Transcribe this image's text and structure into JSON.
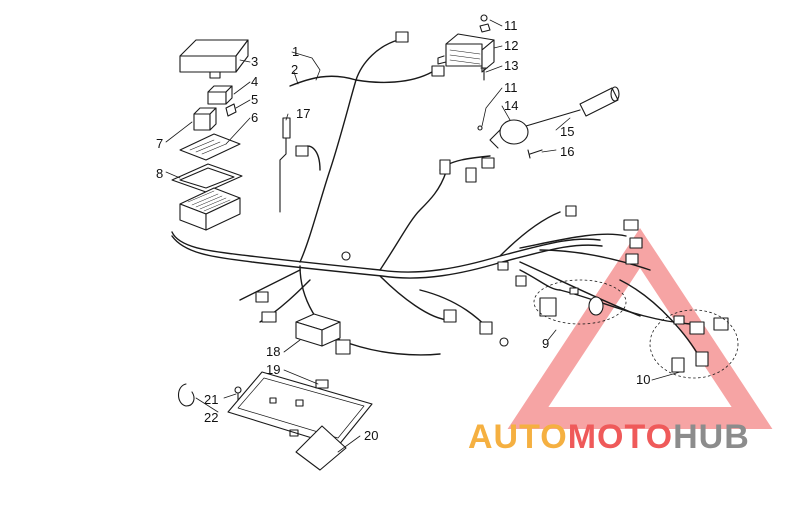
{
  "diagram": {
    "callouts": [
      {
        "id": "c1",
        "label": "1"
      },
      {
        "id": "c2",
        "label": "2"
      },
      {
        "id": "c3",
        "label": "3"
      },
      {
        "id": "c4",
        "label": "4"
      },
      {
        "id": "c5",
        "label": "5"
      },
      {
        "id": "c6",
        "label": "6"
      },
      {
        "id": "c7",
        "label": "7"
      },
      {
        "id": "c8",
        "label": "8"
      },
      {
        "id": "c9",
        "label": "9"
      },
      {
        "id": "c10",
        "label": "10"
      },
      {
        "id": "c11a",
        "label": "11"
      },
      {
        "id": "c11b",
        "label": "11"
      },
      {
        "id": "c12",
        "label": "12"
      },
      {
        "id": "c13",
        "label": "13"
      },
      {
        "id": "c14",
        "label": "14"
      },
      {
        "id": "c15",
        "label": "15"
      },
      {
        "id": "c16",
        "label": "16"
      },
      {
        "id": "c17",
        "label": "17"
      },
      {
        "id": "c18",
        "label": "18"
      },
      {
        "id": "c19",
        "label": "19"
      },
      {
        "id": "c20",
        "label": "20"
      },
      {
        "id": "c21",
        "label": "21"
      },
      {
        "id": "c22",
        "label": "22"
      }
    ]
  },
  "watermark": {
    "part1": "AUTO",
    "part2": "MOTO",
    "part3": "HUB",
    "color_orange": "#f5b041",
    "color_red": "#ef5a5a",
    "color_gray": "#8c8c8c"
  }
}
